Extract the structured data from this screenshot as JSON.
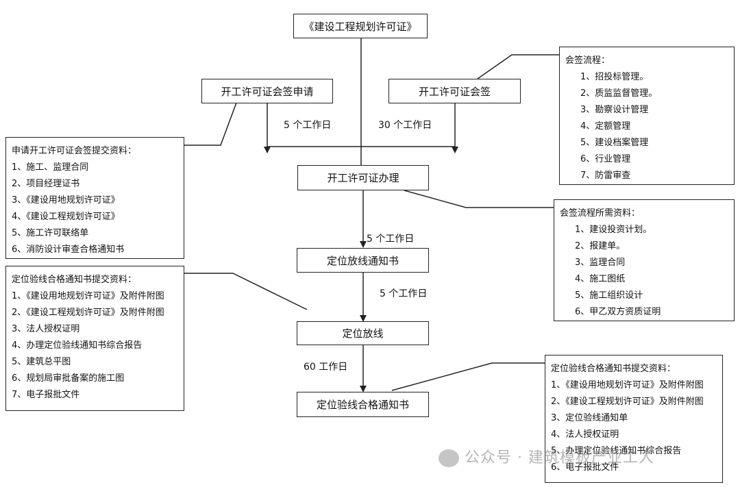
{
  "boxes": {
    "planning_permit": "《建设工程规划许可证》",
    "start_permit_apply": "开工许可证会签申请",
    "start_permit_sign": "开工许可证会签",
    "start_permit_process": "开工许可证办理",
    "layout_notice": "定位放线通知书",
    "layout": "定位放线",
    "layout_pass": "定位验线合格通知书"
  },
  "durations": {
    "d1": "5 个工作日",
    "d2": "30 个工作日",
    "d3": "5 个工作日",
    "d4": "5 个工作日",
    "d5": "60 工作日"
  },
  "notes": {
    "apply_materials": {
      "title": "申请开工许可证会签提交资料：",
      "items": [
        "1、施工、监理合同",
        "2、项目经理证书",
        "3、《建设用地规划许可证》",
        "4、《建设工程规划许可证》",
        "5、施工许可联络单",
        "6、消防设计审查合格通知书"
      ]
    },
    "sign_flow": {
      "title": "会签流程：",
      "items": [
        "1、招投标管理。",
        "2、质监监督管理。",
        "3、勘察设计管理",
        "4、定额管理",
        "5、建设档案管理",
        "6、行业管理",
        "7、防雷审查"
      ]
    },
    "sign_materials": {
      "title": "会签流程所需资料：",
      "items": [
        "1、建设投资计划。",
        "2、报建单。",
        "3、监理合同",
        "4、施工图纸",
        "5、施工组织设计",
        "6、甲乙双方资质证明"
      ]
    },
    "layout_materials": {
      "title": "定位验线合格通知书提交资料：",
      "items": [
        "1、《建设用地规划许可证》及附件附图",
        "2、《建设工程规划许可证》及附件附图",
        "3、法人授权证明",
        "4、办理定位验线通知书综合报告",
        "5、建筑总平图",
        "6、规划局审批备案的施工图",
        "7、电子报批文件"
      ]
    },
    "pass_materials": {
      "title": "定位验线合格通知书提交资料：",
      "items": [
        "1、《建设用地规划许可证》及附件附图",
        "2、《建设工程规划许可证》及附件附图",
        "3、定位验线通知单",
        "4、法人授权证明",
        "5、办理定位验线通知书综合报告",
        "6、电子报批文件"
      ]
    }
  },
  "watermark": "公众号 · 建筑模板产业工人"
}
